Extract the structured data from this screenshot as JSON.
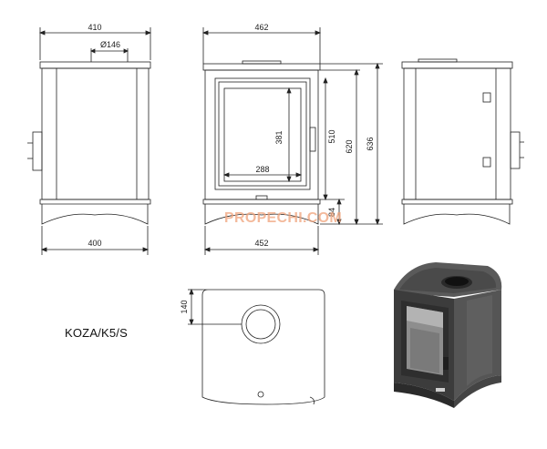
{
  "model_name": "KOZA/K5/S",
  "watermark": "PROPECHI.COM",
  "colors": {
    "line": "#222222",
    "watermark": "#f0a27a",
    "body_dark": "#3b3b3b"
  },
  "dimensions": {
    "side_left_width": "410",
    "flue_diameter": "Ø146",
    "side_left_base": "400",
    "front_width": "462",
    "front_base": "452",
    "glass_height": "381",
    "glass_width": "288",
    "door_height": "510",
    "total_height_inner": "620",
    "total_height": "636",
    "base_height": "84",
    "top_offset": "140"
  }
}
